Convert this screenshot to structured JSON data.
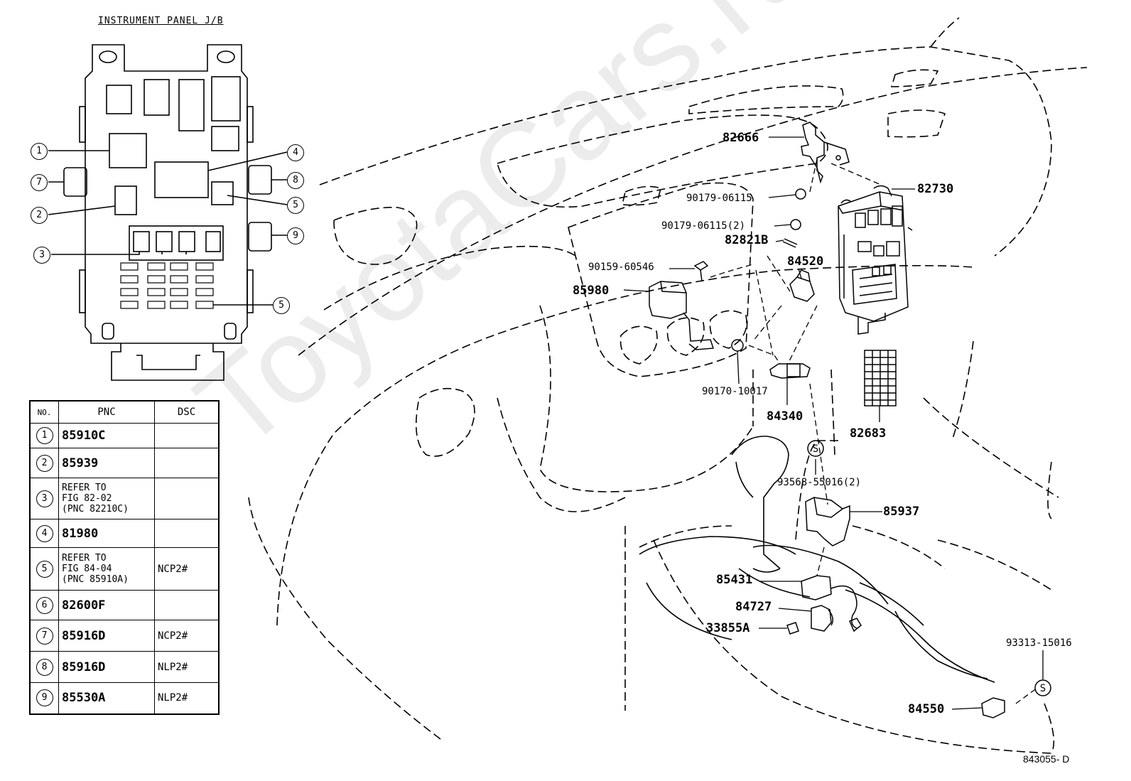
{
  "title": "INSTRUMENT PANEL J/B",
  "figure_id": "843055- D",
  "watermark": "ToyotaCars.ru",
  "table": {
    "headers": [
      "NO.",
      "PNC",
      "DSC"
    ],
    "rows": [
      {
        "no": "1",
        "pnc": "85910C",
        "dsc": ""
      },
      {
        "no": "2",
        "pnc": "85939",
        "dsc": ""
      },
      {
        "no": "3",
        "pnc_lines": [
          "REFER TO",
          "FIG 82-02",
          "(PNC 82210C)"
        ],
        "dsc": ""
      },
      {
        "no": "4",
        "pnc": "81980",
        "dsc": ""
      },
      {
        "no": "5",
        "pnc_lines": [
          "REFER TO",
          "FIG 84-04",
          "(PNC 85910A)"
        ],
        "dsc": "NCP2#"
      },
      {
        "no": "6",
        "pnc": "82600F",
        "dsc": ""
      },
      {
        "no": "7",
        "pnc": "85916D",
        "dsc": "NCP2#"
      },
      {
        "no": "8",
        "pnc": "85916D",
        "dsc": "NLP2#"
      },
      {
        "no": "9",
        "pnc": "85530A",
        "dsc": "NLP2#"
      }
    ]
  },
  "callouts": {
    "c1": "1",
    "c2": "2",
    "c3": "3",
    "c4": "4",
    "c5a": "5",
    "c5b": "5",
    "c7": "7",
    "c8": "8",
    "c9": "9"
  },
  "parts": {
    "p82666": "82666",
    "p82730": "82730",
    "p90179a": "90179-06115",
    "p90179b": "90179-06115(2)",
    "p82821b": "82821B",
    "p84520": "84520",
    "p90159": "90159-60546",
    "p85980": "85980",
    "p90170": "90170-10017",
    "p84340": "84340",
    "p82683": "82683",
    "p93568": "93568-55016(2)",
    "p85937": "85937",
    "p85431": "85431",
    "p84727": "84727",
    "p33855a": "33855A",
    "p93313": "93313-15016",
    "p84550": "84550"
  },
  "markers": {
    "s1": "S",
    "s2": "S"
  }
}
